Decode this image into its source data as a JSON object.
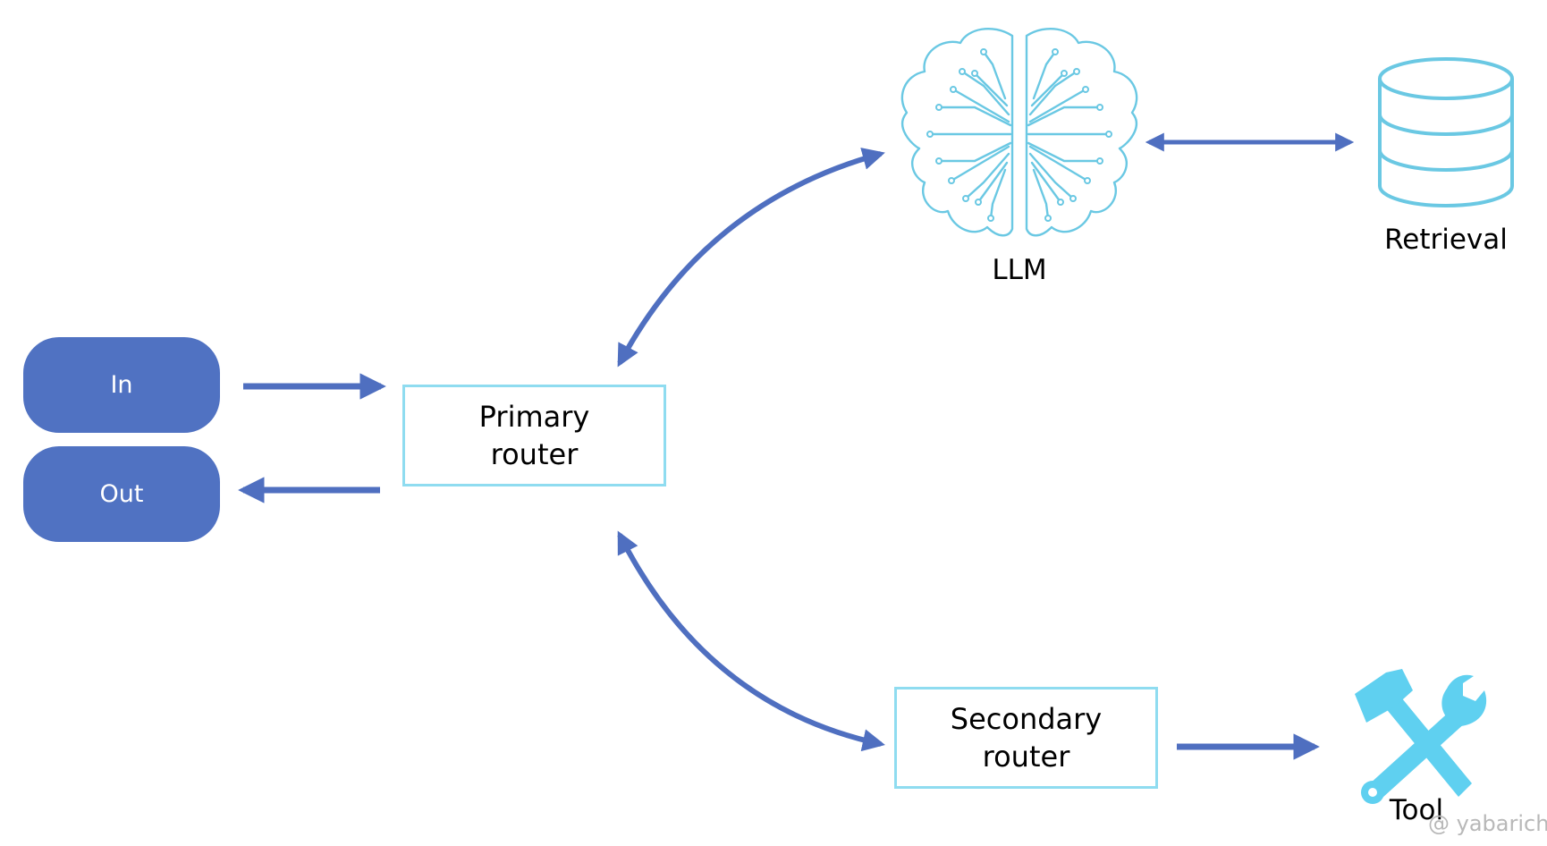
{
  "nodes": {
    "in": "In",
    "out": "Out",
    "primary_router": [
      "Primary",
      "router"
    ],
    "secondary_router": [
      "Secondary",
      "router"
    ],
    "llm": "LLM",
    "retrieval": "Retrieval",
    "tool": "Tool"
  },
  "watermark": "@ yabarich",
  "icons": {
    "llm": "brain-circuit-icon",
    "retrieval": "database-icon",
    "tool": "hammer-wrench-icon"
  },
  "colors": {
    "arrow": "#4f6fc0",
    "pill_fill": "#5072c2",
    "router_border": "#8fdcf0",
    "icon_stroke": "#6ac8e3",
    "tool_fill": "#5fd0f0"
  }
}
